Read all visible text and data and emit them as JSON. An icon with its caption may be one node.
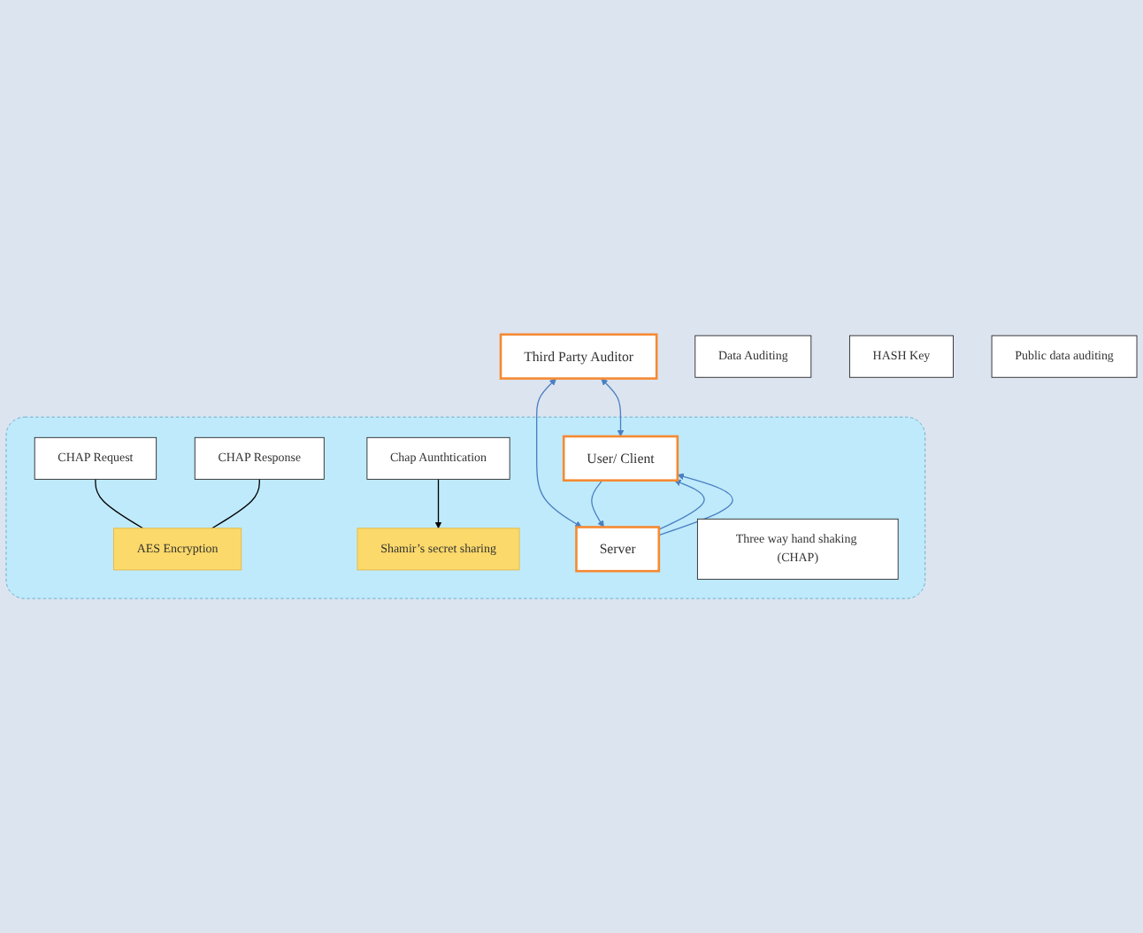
{
  "diagram": {
    "nodes": [
      {
        "text": [
          "Third Party Auditor"
        ]
      },
      {
        "text": [
          "Data Auditing"
        ]
      },
      {
        "text": [
          "HASH Key"
        ]
      },
      {
        "text": [
          "Public data auditing"
        ]
      },
      {
        "text": [],
        "shape": "box"
      },
      {
        "text": [
          "User/ Client"
        ],
        "in": 4
      },
      {
        "text": [
          "CHAP Request"
        ],
        "in": 4
      },
      {
        "text": [
          "AES Encryption"
        ],
        "in": 4
      },
      {
        "text": [
          "CHAP Response"
        ],
        "in": 4
      },
      {
        "text": [
          "Chap Aunthtication"
        ],
        "in": 4
      },
      {
        "text": [
          "Shamir’s secret sharing"
        ],
        "in": 4
      },
      {
        "text": [
          "Server"
        ],
        "in": 4
      },
      {
        "text": [
          "Three way hand shaking (CHAP)"
        ],
        "in": 4
      }
    ],
    "edges": [
      {
        "from": 0,
        "to": 5,
        "arrow": "both"
      },
      {
        "from": 0,
        "to": 11,
        "arrow": "both"
      },
      {
        "from": 11,
        "to": 5,
        "arrow": "to"
      },
      {
        "from": 5,
        "to": 11,
        "arrow": "to"
      },
      {
        "from": 11,
        "to": 5,
        "arrow": "to"
      },
      {
        "from": 6,
        "to": 7,
        "arrow": "none",
        "color": "#000000"
      },
      {
        "from": 8,
        "to": 7,
        "arrow": "none",
        "color": "#000000"
      },
      {
        "from": 9,
        "to": 10,
        "arrow": "to",
        "color": "#000000"
      }
    ]
  }
}
